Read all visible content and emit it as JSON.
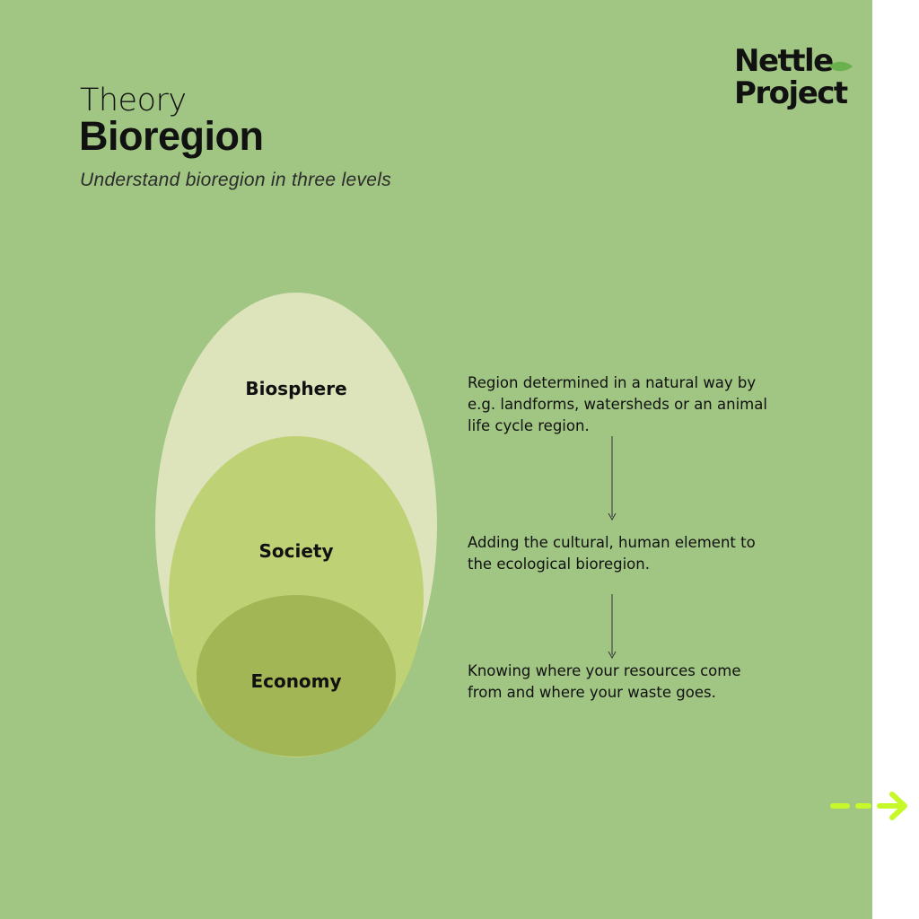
{
  "header": {
    "supertitle": "Theory",
    "title": "Bioregion",
    "subtitle": "Understand bioregion in three levels"
  },
  "brand": {
    "line1": "Nettle",
    "line2": "Project",
    "leaf_icon": "leaf-icon",
    "leaf_color": "#6ab04c"
  },
  "levels": [
    {
      "label": "Biosphere",
      "color": "#dde3bb",
      "description": [
        "Region determined in a natural way by",
        "e.g. landforms, watersheds or an animal",
        "life cycle region."
      ]
    },
    {
      "label": "Society",
      "color": "#bfd175",
      "description": [
        "Adding the cultural, human element to",
        "the ecological bioregion."
      ]
    },
    {
      "label": "Economy",
      "color": "#a2b655",
      "description": [
        "Knowing where your resources come",
        "from and where your waste goes."
      ]
    }
  ],
  "colors": {
    "background": "#a1c583",
    "text": "#111111",
    "accent_arrow": "#c6f82a"
  },
  "nav": {
    "next_icon": "dashed-arrow-right-icon"
  }
}
